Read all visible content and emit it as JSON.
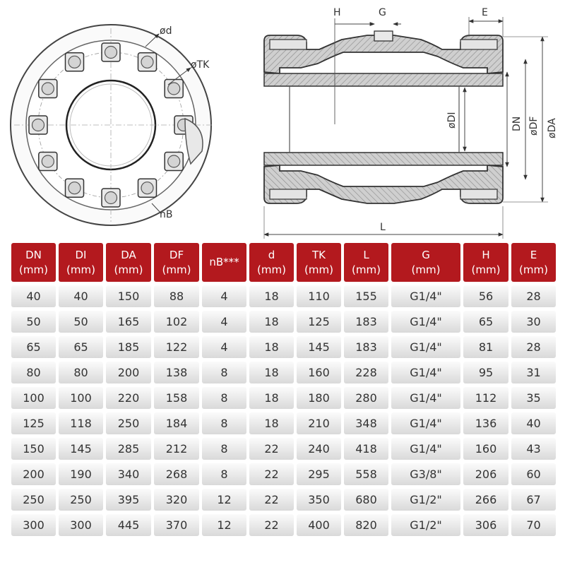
{
  "drawing": {
    "front_view_labels": {
      "hole_diameter": "ød",
      "bolt_circle": "øTK",
      "bolt_count": "nB"
    },
    "section_view_labels": {
      "h": "H",
      "g": "G",
      "e": "E",
      "di": "øDI",
      "dn": "DN",
      "df": "øDF",
      "da": "øDA",
      "length": "L"
    }
  },
  "table": {
    "headers": [
      {
        "top": "DN",
        "bottom": "(mm)"
      },
      {
        "top": "DI",
        "bottom": "(mm)"
      },
      {
        "top": "DA",
        "bottom": "(mm)"
      },
      {
        "top": "DF",
        "bottom": "(mm)"
      },
      {
        "top": "nB***",
        "bottom": ""
      },
      {
        "top": "d",
        "bottom": "(mm)"
      },
      {
        "top": "TK",
        "bottom": "(mm)"
      },
      {
        "top": "L",
        "bottom": "(mm)"
      },
      {
        "top": "G",
        "bottom": "(mm)"
      },
      {
        "top": "H",
        "bottom": "(mm)"
      },
      {
        "top": "E",
        "bottom": "(mm)"
      }
    ],
    "rows": [
      [
        "40",
        "40",
        "150",
        "88",
        "4",
        "18",
        "110",
        "155",
        "G1/4\"",
        "56",
        "28"
      ],
      [
        "50",
        "50",
        "165",
        "102",
        "4",
        "18",
        "125",
        "183",
        "G1/4\"",
        "65",
        "30"
      ],
      [
        "65",
        "65",
        "185",
        "122",
        "4",
        "18",
        "145",
        "183",
        "G1/4\"",
        "81",
        "28"
      ],
      [
        "80",
        "80",
        "200",
        "138",
        "8",
        "18",
        "160",
        "228",
        "G1/4\"",
        "95",
        "31"
      ],
      [
        "100",
        "100",
        "220",
        "158",
        "8",
        "18",
        "180",
        "280",
        "G1/4\"",
        "112",
        "35"
      ],
      [
        "125",
        "118",
        "250",
        "184",
        "8",
        "18",
        "210",
        "348",
        "G1/4\"",
        "136",
        "40"
      ],
      [
        "150",
        "145",
        "285",
        "212",
        "8",
        "22",
        "240",
        "418",
        "G1/4\"",
        "160",
        "43"
      ],
      [
        "200",
        "190",
        "340",
        "268",
        "8",
        "22",
        "295",
        "558",
        "G3/8\"",
        "206",
        "60"
      ],
      [
        "250",
        "250",
        "395",
        "320",
        "12",
        "22",
        "350",
        "680",
        "G1/2\"",
        "266",
        "67"
      ],
      [
        "300",
        "300",
        "445",
        "370",
        "12",
        "22",
        "400",
        "820",
        "G1/2\"",
        "306",
        "70"
      ]
    ]
  }
}
